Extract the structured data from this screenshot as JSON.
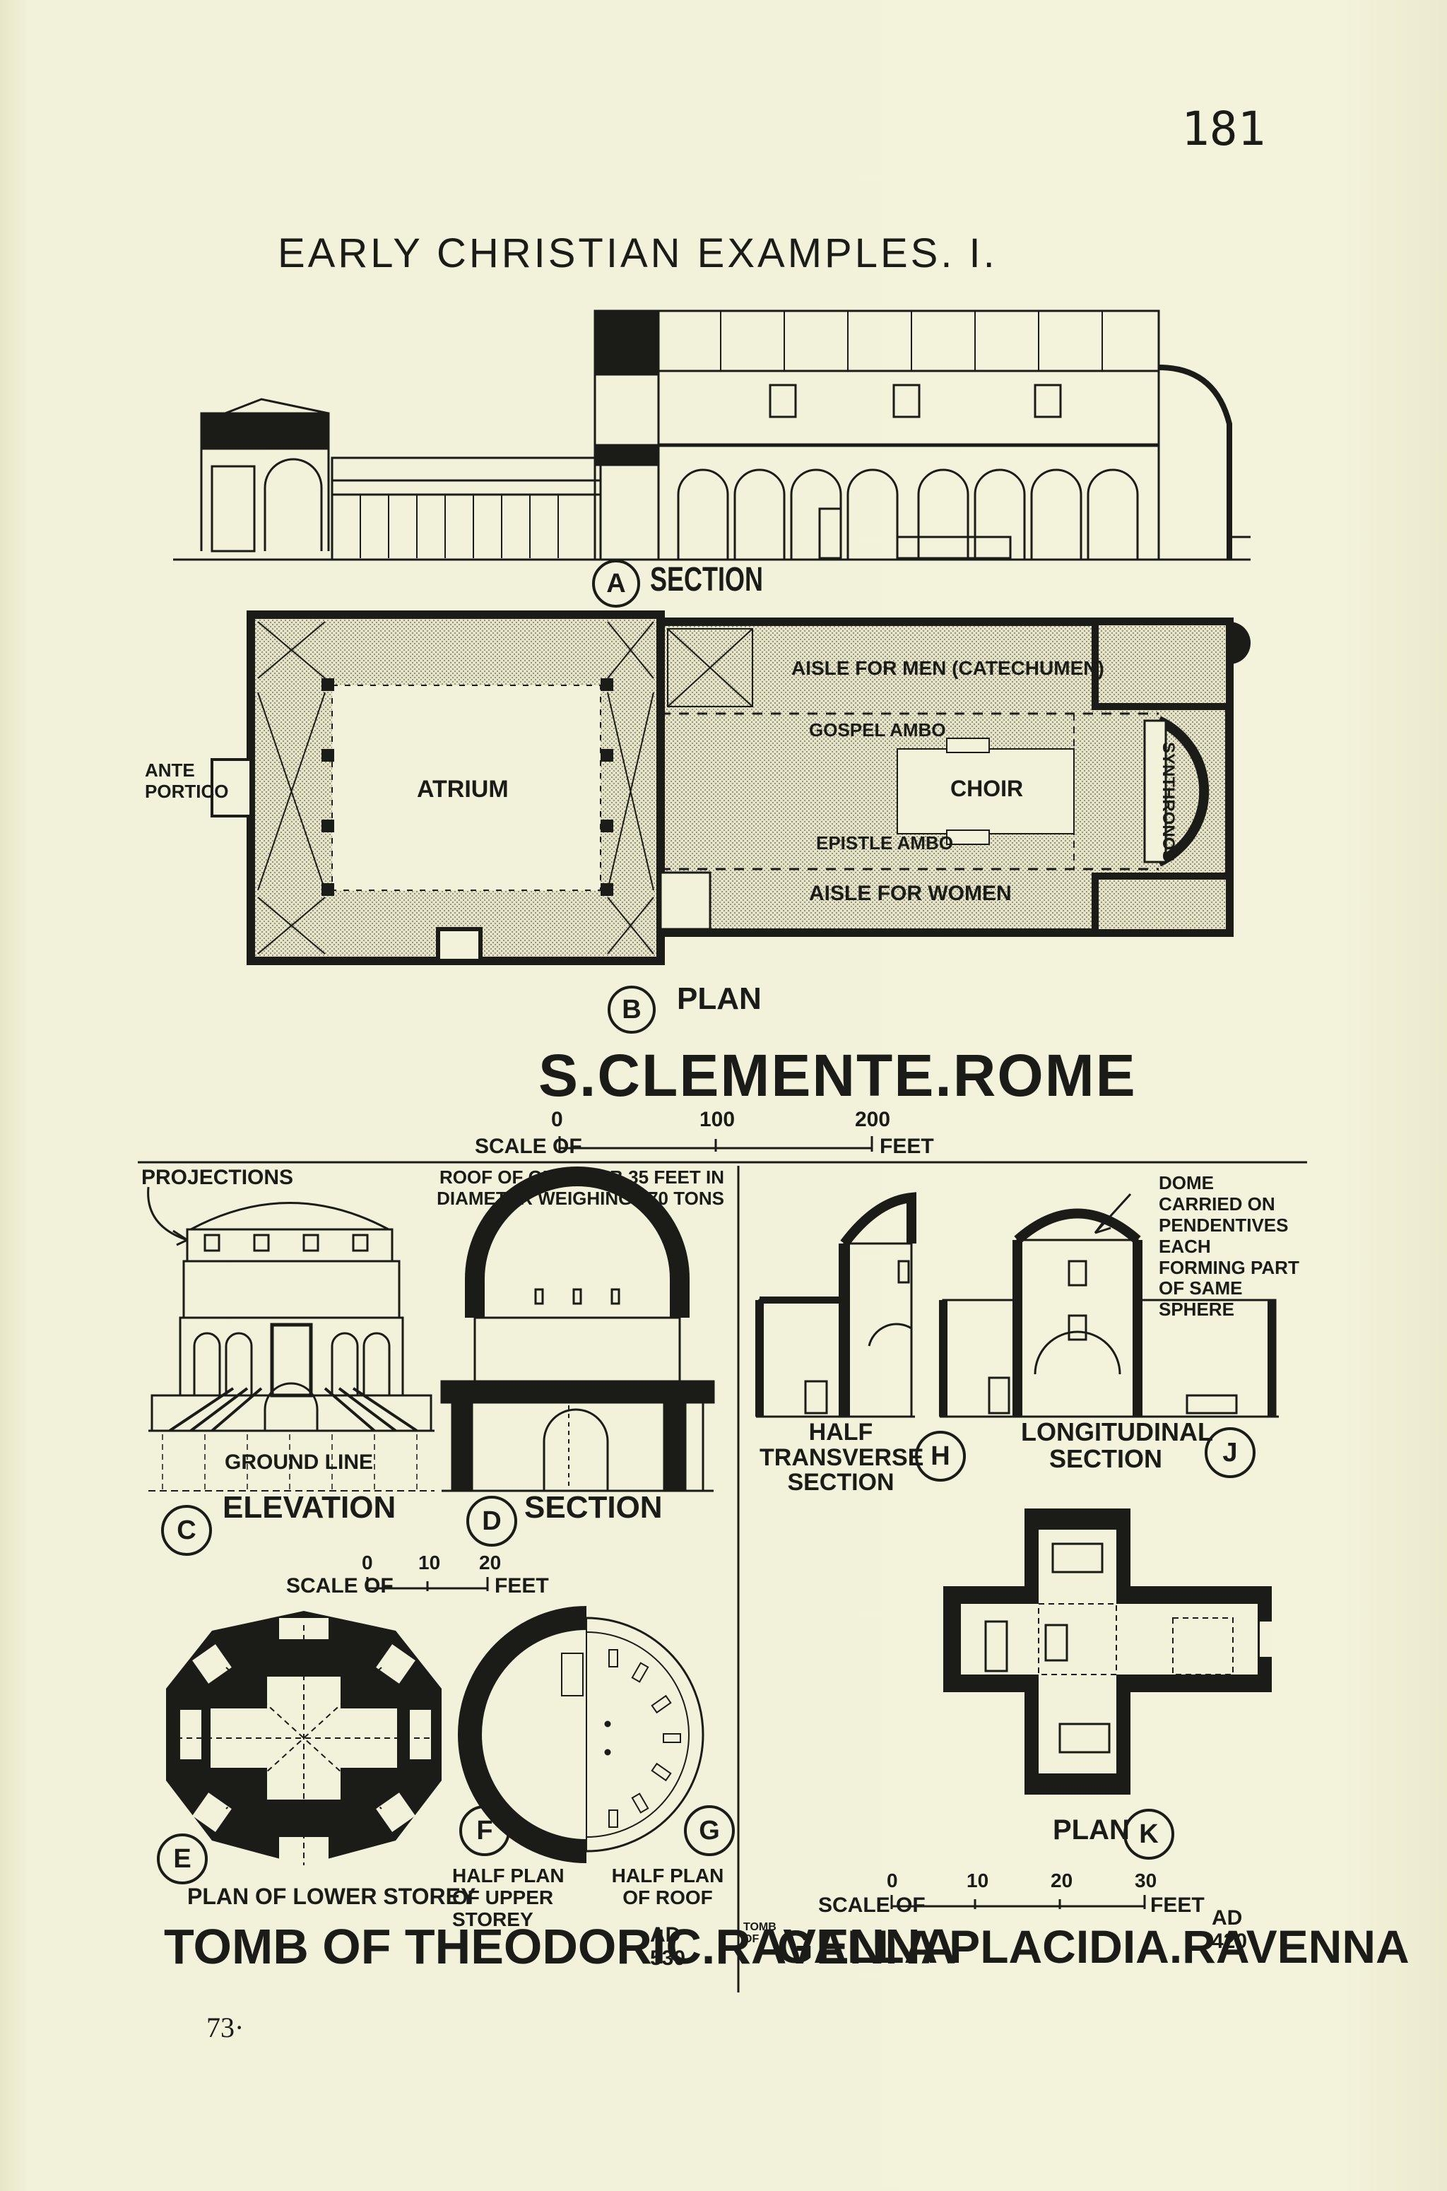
{
  "header": {
    "page_ref": "181",
    "title": "EARLY CHRISTIAN EXAMPLES. I."
  },
  "clemente": {
    "section_letter": "A",
    "section_label": "SECTION",
    "plan_letter": "B",
    "plan_label": "PLAN",
    "ante_portico": "ANTE PORTICO",
    "atrium": "ATRIUM",
    "aisle_men": "AISLE FOR MEN (CATECHUMEN)",
    "gospel_ambo": "GOSPEL AMBO",
    "choir": "CHOIR",
    "epistle_ambo": "EPISTLE AMBO",
    "aisle_women": "AISLE FOR WOMEN",
    "synthronos": "SYNTHRONOS",
    "title": "S.CLEMENTE.ROME",
    "scale_label": "SCALE OF",
    "scale_unit": "FEET",
    "scale_ticks": [
      "0",
      "100",
      "200"
    ]
  },
  "theodoric": {
    "projections": "PROJECTIONS",
    "roof_note": "ROOF OF ONE SLAB 35 FEET IN DIAMETER WEIGHING 470 TONS",
    "ground_line": "GROUND LINE",
    "elevation_letter": "C",
    "elevation_label": "ELEVATION",
    "section_letter": "D",
    "section_label": "SECTION",
    "scale_label": "SCALE OF",
    "scale_unit": "FEET",
    "scale_ticks": [
      "0",
      "10",
      "20"
    ],
    "plan_e_letter": "E",
    "plan_e_label": "PLAN OF LOWER STOREY",
    "plan_f_letter": "F",
    "plan_f_label": "HALF PLAN OF UPPER STOREY",
    "plan_g_letter": "G",
    "plan_g_label": "HALF PLAN OF ROOF",
    "title": "TOMB OF THEODORIC.RAVENNA",
    "date": "AD 530"
  },
  "galla": {
    "dome_note": "DOME CARRIED ON PENDENTIVES EACH FORMING PART OF SAME SPHERE",
    "half_transverse": "HALF TRANSVERSE SECTION",
    "h_letter": "H",
    "longitudinal": "LONGITUDINAL SECTION",
    "j_letter": "J",
    "plan_label": "PLAN",
    "k_letter": "K",
    "scale_label": "SCALE OF",
    "scale_unit": "FEET",
    "scale_ticks": [
      "0",
      "10",
      "20",
      "30"
    ],
    "tomb_prefix": "TOMB OF",
    "title": "GALLA PLACIDIA.RAVENNA",
    "date": "AD 420"
  },
  "footer": {
    "page_number": "73·"
  }
}
